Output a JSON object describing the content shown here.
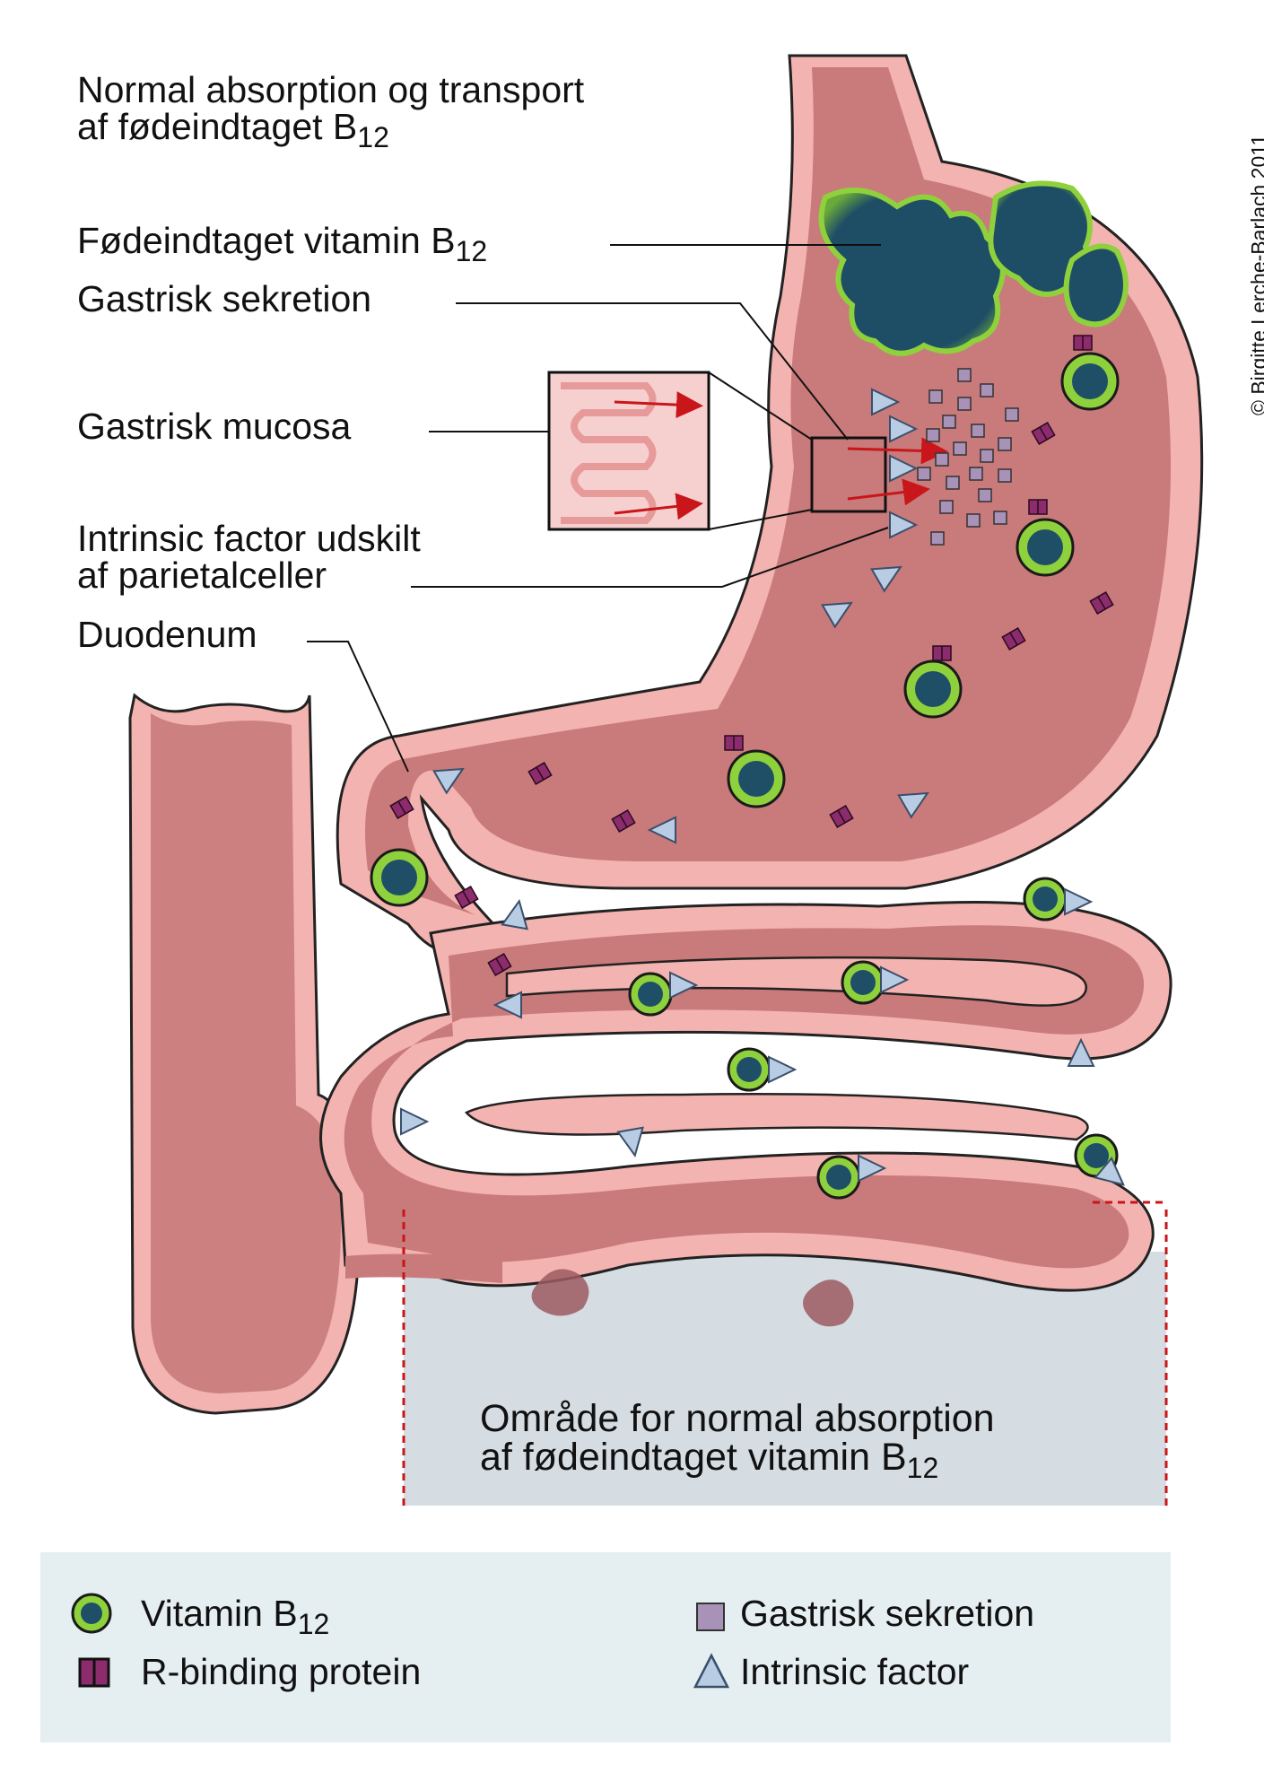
{
  "title": {
    "line1": "Normal absorption og transport",
    "line2": "af fødeindtaget B",
    "line2_sub": "12"
  },
  "labels": {
    "food_b12": "Fødeindtaget vitamin B",
    "food_b12_sub": "12",
    "gastric_secretion": "Gastrisk sekretion",
    "gastric_mucosa": "Gastrisk mucosa",
    "intrinsic_line1": "Intrinsic factor udskilt",
    "intrinsic_line2": "af parietalceller",
    "duodenum": "Duodenum"
  },
  "absorption_area": {
    "line1": "Område for normal absorption",
    "line2": "af fødeindtaget vitamin B",
    "line2_sub": "12"
  },
  "copyright": "© Birgitte Lerche-Barlach 2011",
  "legend": {
    "vitamin": "Vitamin B",
    "vitamin_sub": "12",
    "r_binding": "R-binding protein",
    "gastric_secretion": "Gastrisk sekretion",
    "intrinsic_factor": "Intrinsic factor"
  },
  "colors": {
    "tissue_outer": "#f3b3b0",
    "tissue_inner": "#c97a7a",
    "vitamin_ring": "#8fd13c",
    "vitamin_core": "#1f4f66",
    "r_binding": "#8c2c6c",
    "secretion": "#a892b8",
    "intrinsic": "#b8cde4",
    "arrow": "#c8161a",
    "absorption_zone": "#d5dde3",
    "legend_bg": "#e5eef1",
    "dashed_line": "#c8161a"
  }
}
